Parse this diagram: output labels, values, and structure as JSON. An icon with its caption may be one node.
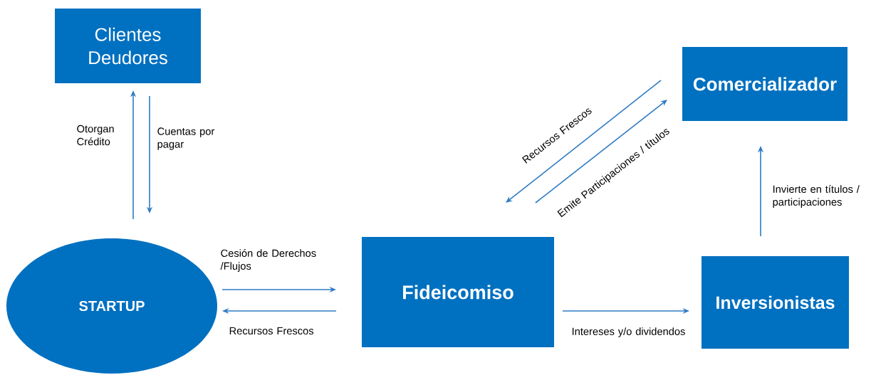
{
  "diagram": {
    "nodes": [
      {
        "text": [
          "Clientes Deudores"
        ]
      },
      {
        "text": [
          "STARTUP"
        ]
      },
      {
        "text": [
          "Fideicomiso"
        ]
      },
      {
        "text": [
          "Comercializador"
        ]
      },
      {
        "text": [
          "Inversionistas"
        ]
      }
    ],
    "edges": [
      {
        "from": 1,
        "to": 0,
        "arrow": "to",
        "label": "Otorgan Crédito"
      },
      {
        "from": 0,
        "to": 1,
        "arrow": "to",
        "label": "Cuentas por pagar"
      },
      {
        "from": 1,
        "to": 2,
        "arrow": "to",
        "label": "Cesión de Derechos /Flujos"
      },
      {
        "from": 2,
        "to": 1,
        "arrow": "to",
        "label": "Recursos Frescos"
      },
      {
        "from": 2,
        "to": 4,
        "arrow": "to",
        "label": "Intereses y/o dividendos"
      },
      {
        "from": 4,
        "to": 3,
        "arrow": "to",
        "label": "Invierte en títulos / participaciones"
      },
      {
        "from": 3,
        "to": 2,
        "arrow": "to",
        "label": "Recursos Frescos"
      },
      {
        "from": 2,
        "to": 3,
        "arrow": "to",
        "label": "Emite Participaciones / títulos"
      }
    ]
  }
}
